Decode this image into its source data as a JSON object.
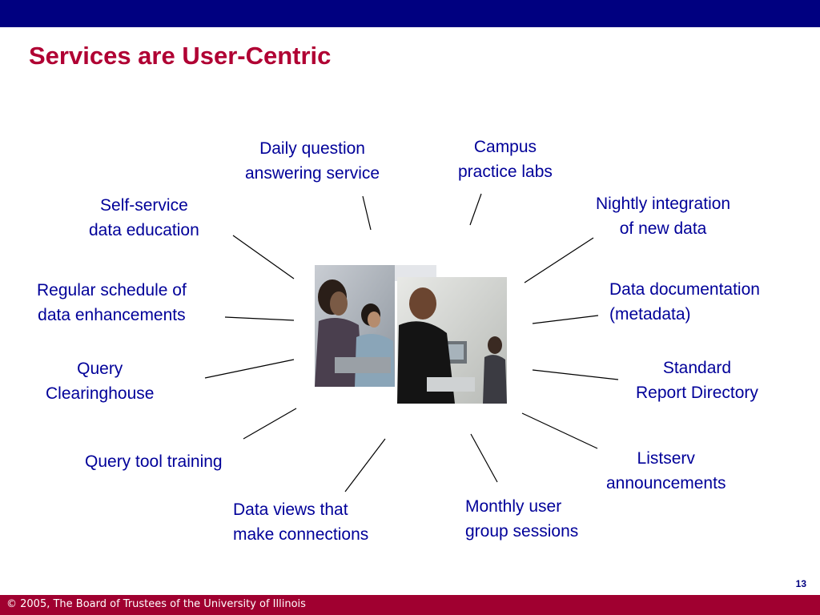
{
  "slide": {
    "title": "Services are User-Centric",
    "page_number": "13",
    "footer": "© 2005, The Board of Trustees of the University of Illinois"
  },
  "colors": {
    "header_bar": "#000080",
    "title": "#b00033",
    "label_text": "#000099",
    "footer_bar": "#a00030"
  },
  "services": [
    {
      "id": "daily-question",
      "lines": [
        "Daily question",
        "answering service"
      ]
    },
    {
      "id": "campus-labs",
      "lines": [
        "Campus",
        "practice labs"
      ]
    },
    {
      "id": "self-service",
      "lines": [
        "Self-service",
        "data education"
      ]
    },
    {
      "id": "nightly-integration",
      "lines": [
        "Nightly integration",
        "of new data"
      ]
    },
    {
      "id": "regular-schedule",
      "lines": [
        "Regular schedule of",
        "data enhancements"
      ]
    },
    {
      "id": "data-documentation",
      "lines": [
        "Data documentation",
        "(metadata)"
      ]
    },
    {
      "id": "query-clearinghouse",
      "lines": [
        "Query",
        "Clearinghouse"
      ]
    },
    {
      "id": "standard-report",
      "lines": [
        "Standard",
        "Report Directory"
      ]
    },
    {
      "id": "query-tool",
      "lines": [
        "Query tool training"
      ]
    },
    {
      "id": "listserv",
      "lines": [
        "Listserv",
        "announcements"
      ]
    },
    {
      "id": "data-views",
      "lines": [
        "Data views that",
        "make connections"
      ]
    },
    {
      "id": "monthly-user",
      "lines": [
        "Monthly user",
        "group sessions"
      ]
    }
  ],
  "photo": {
    "icon": "people-at-computers-photo"
  }
}
